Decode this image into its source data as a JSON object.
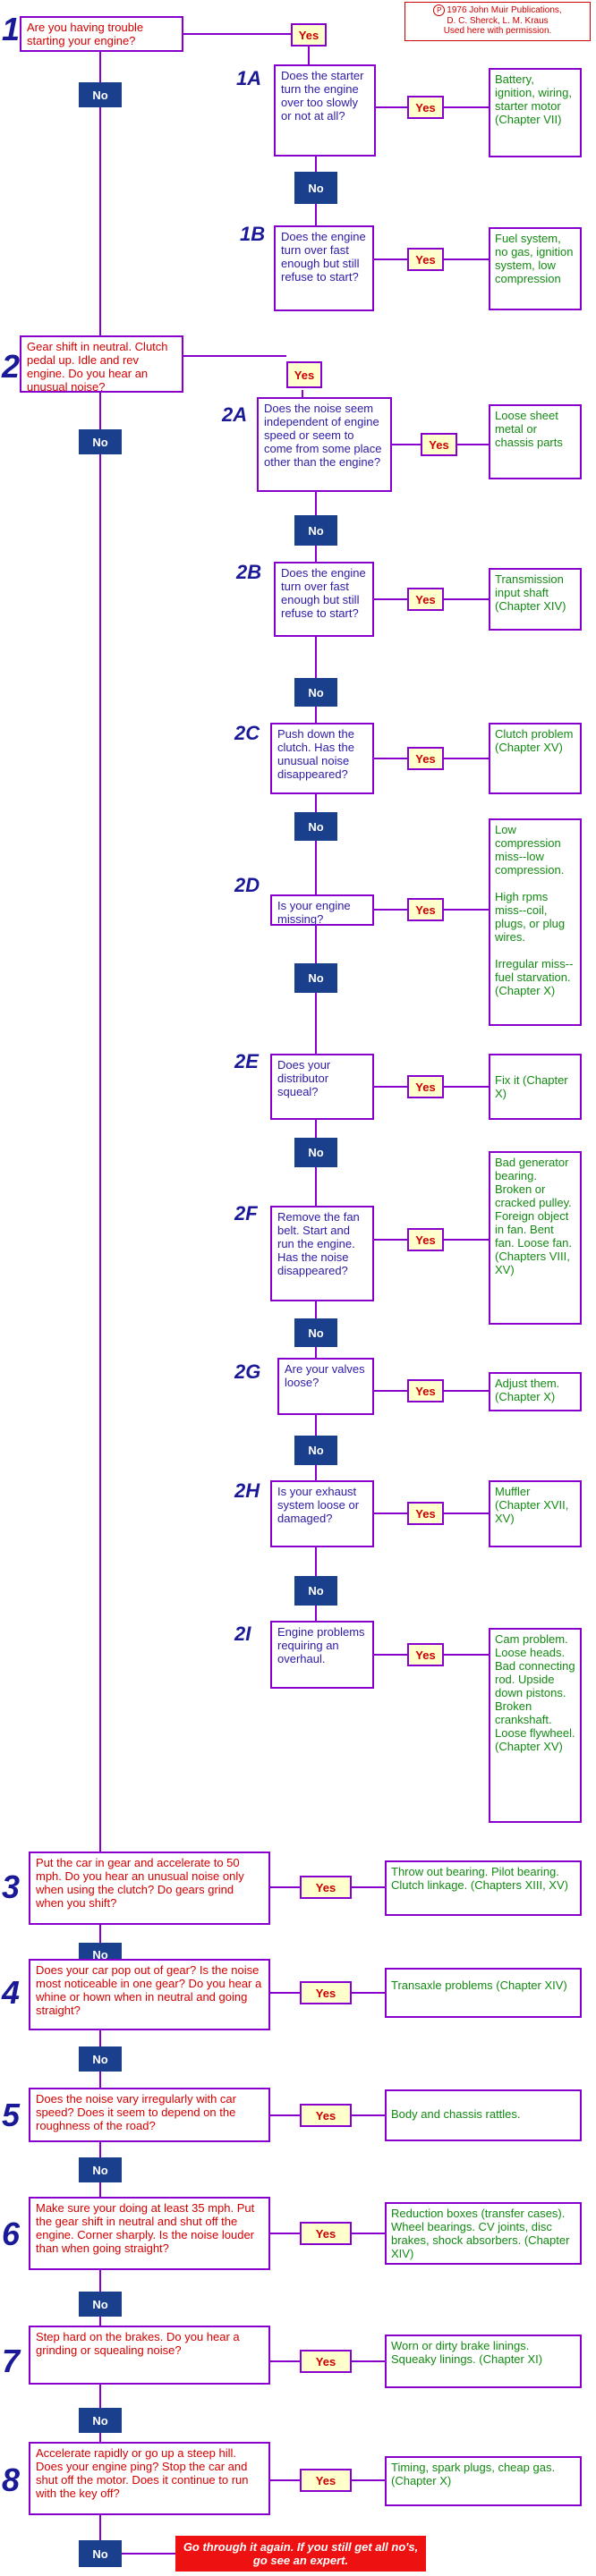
{
  "yes_label": "Yes",
  "no_label": "No",
  "copyright": {
    "symbol": "P",
    "line1": "1976 John Muir Publications,",
    "line2": "D. C. Sherck, L. M. Kraus",
    "line3": "Used here with permission."
  },
  "main_steps": [
    {
      "number": "1",
      "question": "Are you having trouble starting your engine?",
      "answer": ""
    },
    {
      "number": "2",
      "question": "Gear shift in neutral. Clutch pedal up. Idle and rev engine. Do you hear an unusual noise?",
      "answer": ""
    },
    {
      "number": "3",
      "question": "Put the car in gear and accelerate to 50 mph. Do you hear an unusual noise only when using the clutch? Do gears grind when you shift?",
      "answer": "Throw out bearing. Pilot bearing. Clutch linkage. (Chapters XIII, XV)"
    },
    {
      "number": "4",
      "question": "Does your car pop out of gear? Is the noise most noticeable in one gear? Do you hear a whine or hown when in neutral and going straight?",
      "answer": "Transaxle problems (Chapter XIV)"
    },
    {
      "number": "5",
      "question": "Does the noise vary irregularly with car speed? Does it seem to depend on the roughness of the road?",
      "answer": "Body and chassis rattles."
    },
    {
      "number": "6",
      "question": "Make sure your doing at least 35 mph. Put the gear shift in neutral and shut off the engine. Corner sharply. Is the noise louder than when going straight?",
      "answer": "Reduction boxes (transfer cases). Wheel bearings. CV joints, disc brakes, shock absorbers. (Chapter XIV)"
    },
    {
      "number": "7",
      "question": "Step hard on the brakes. Do you hear a grinding or squealing noise?",
      "answer": "Worn or dirty brake linings. Squeaky linings. (Chapter XI)"
    },
    {
      "number": "8",
      "question": "Accelerate rapidly or go up a steep hill. Does your engine ping? Stop the car and shut off the motor. Does it continue to run with the key off?",
      "answer": "Timing, spark plugs, cheap gas. (Chapter X)"
    }
  ],
  "sub_steps": [
    {
      "number": "1A",
      "question": "Does the starter turn the engine over too slowly or not at all?",
      "answer": "Battery, ignition, wiring, starter motor (Chapter VII)"
    },
    {
      "number": "1B",
      "question": "Does the engine turn over fast enough but still refuse to start?",
      "answer": "Fuel system, no gas, ignition system, low compression"
    },
    {
      "number": "2A",
      "question": "Does the noise seem independent of engine speed or seem to come from some place other than the engine?",
      "answer": "Loose sheet metal or chassis parts"
    },
    {
      "number": "2B",
      "question": "Does the engine turn over fast enough but still refuse to start?",
      "answer": "Transmission input shaft (Chapter XIV)"
    },
    {
      "number": "2C",
      "question": "Push down the clutch. Has the unusual noise disappeared?",
      "answer": "Clutch problem (Chapter XV)"
    },
    {
      "number": "2D",
      "question": "Is your engine missing?",
      "answer": "Low compression miss--low compression.\n\nHigh rpms miss--coil, plugs, or plug wires.\n\nIrregular miss--fuel starvation. (Chapter X)"
    },
    {
      "number": "2E",
      "question": "Does your distributor squeal?",
      "answer": "Fix it (Chapter X)"
    },
    {
      "number": "2F",
      "question": "Remove the fan belt. Start and run the engine. Has the noise disappeared?",
      "answer": "Bad generator bearing. Broken or cracked pulley. Foreign object in fan. Bent fan. Loose fan. (Chapters VIII, XV)"
    },
    {
      "number": "2G",
      "question": "Are your valves loose?",
      "answer": "Adjust them. (Chapter X)"
    },
    {
      "number": "2H",
      "question": "Is your exhaust system loose or damaged?",
      "answer": "Muffler (Chapter XVII, XV)"
    },
    {
      "number": "2I",
      "question": "Engine problems requiring an overhaul.",
      "answer": "Cam problem. Loose heads. Bad connecting rod. Upside down pistons. Broken crankshaft. Loose flywheel. (Chapter XV)"
    }
  ],
  "footer": "Go through it again. If you still get all no's, go see an expert.",
  "colors": {
    "question_text": "#d40000",
    "sub_question_text": "#2a1aa6",
    "answer_text": "#138a13",
    "box_border": "#8800cc",
    "no_badge": "#1a3f8c",
    "yes_fill": "#ffffcc",
    "footer_fill": "#ee1111",
    "numbers": "#1a1a99"
  }
}
